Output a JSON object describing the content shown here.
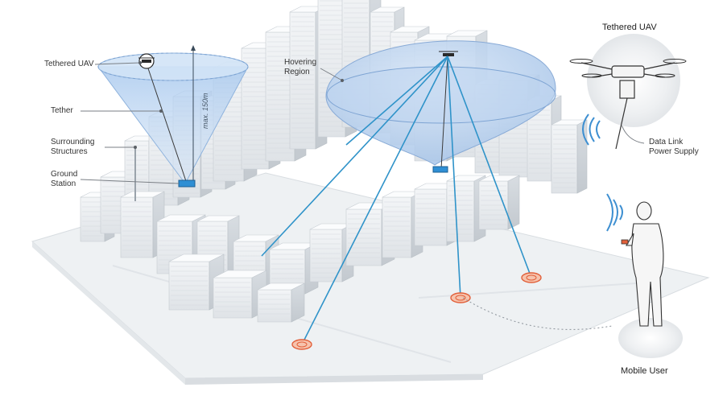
{
  "labels": {
    "tethered_uav_left": "Tethered UAV",
    "tether": "Tether",
    "surrounding_structures": "Surrounding\nStructures",
    "ground_station": "Ground\nStation",
    "hovering_region": "Hovering\nRegion",
    "max_altitude": "max. 150m",
    "tethered_uav_right": "Tethered UAV",
    "data_link": "Data Link\nPower Supply",
    "mobile_user": "Mobile User"
  },
  "colors": {
    "beam": "#2f93c9",
    "cone_fill": "#bcd7f2",
    "dome_fill": "#b7d2ef",
    "building": "#e9ecef",
    "building_shadow": "#c9ced3",
    "ground": "#f1f3f5",
    "user_marker": "#e2603a",
    "signal": "#3d8fd1"
  },
  "icons": [
    "drone-icon",
    "ground-station-icon",
    "signal-waves-icon",
    "person-icon",
    "phone-icon",
    "user-target-icon"
  ]
}
